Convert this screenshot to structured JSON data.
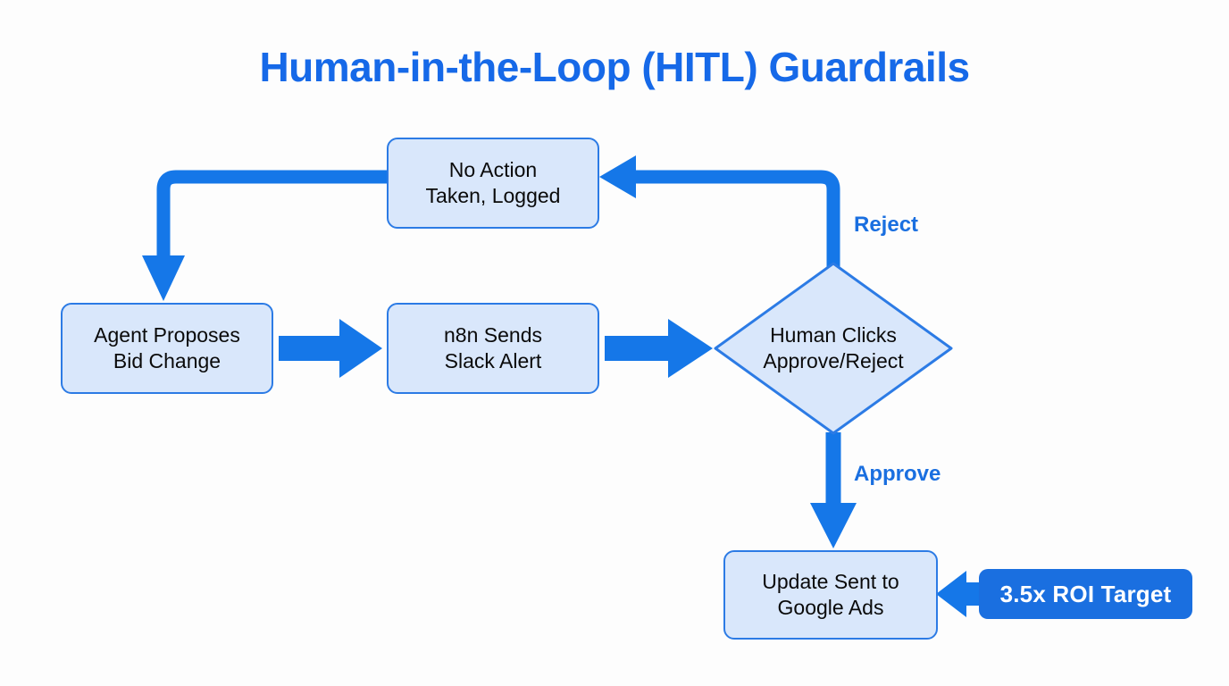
{
  "page": {
    "title": "Human-in-the-Loop (HITL) Guardrails",
    "background_color": "#fdfdfd"
  },
  "theme": {
    "accent_blue": "#1669e8",
    "arrow_blue": "#1577e8",
    "node_fill": "#d9e7fb",
    "node_border": "#2c7be5",
    "badge_fill": "#1a6fe0",
    "text_color": "#0a0a0a",
    "badge_text_color": "#ffffff"
  },
  "nodes": {
    "no_action": {
      "id": "no-action",
      "shape": "rounded-rect",
      "line1": "No Action",
      "line2": "Taken, Logged"
    },
    "agent_proposes": {
      "id": "agent-proposes",
      "shape": "rounded-rect",
      "line1": "Agent Proposes",
      "line2": "Bid Change"
    },
    "n8n_slack": {
      "id": "n8n-slack",
      "shape": "rounded-rect",
      "line1": "n8n Sends",
      "line2": "Slack Alert"
    },
    "decision": {
      "id": "human-decision",
      "shape": "diamond",
      "line1": "Human Clicks",
      "line2": "Approve/Reject"
    },
    "update_sent": {
      "id": "update-sent",
      "shape": "rounded-rect",
      "line1": "Update Sent to",
      "line2": "Google Ads"
    }
  },
  "badges": {
    "roi_target": {
      "label": "3.5x ROI Target"
    }
  },
  "edge_labels": {
    "reject": "Reject",
    "approve": "Approve"
  },
  "chart_data": {
    "type": "diagram",
    "diagram_kind": "flowchart",
    "title": "Human-in-the-Loop (HITL) Guardrails",
    "nodes": [
      {
        "id": "agent-proposes",
        "label": "Agent Proposes Bid Change",
        "shape": "rounded-rect"
      },
      {
        "id": "n8n-slack",
        "label": "n8n Sends Slack Alert",
        "shape": "rounded-rect"
      },
      {
        "id": "human-decision",
        "label": "Human Clicks Approve/Reject",
        "shape": "diamond"
      },
      {
        "id": "no-action",
        "label": "No Action Taken, Logged",
        "shape": "rounded-rect"
      },
      {
        "id": "update-sent",
        "label": "Update Sent to Google Ads",
        "shape": "rounded-rect"
      },
      {
        "id": "roi-target",
        "label": "3.5x ROI Target",
        "shape": "badge"
      }
    ],
    "edges": [
      {
        "from": "agent-proposes",
        "to": "n8n-slack",
        "label": "",
        "direction": "right"
      },
      {
        "from": "n8n-slack",
        "to": "human-decision",
        "label": "",
        "direction": "right"
      },
      {
        "from": "human-decision",
        "to": "no-action",
        "label": "Reject",
        "direction": "up-left"
      },
      {
        "from": "no-action",
        "to": "agent-proposes",
        "label": "",
        "direction": "left-down"
      },
      {
        "from": "human-decision",
        "to": "update-sent",
        "label": "Approve",
        "direction": "down"
      },
      {
        "from": "roi-target",
        "to": "update-sent",
        "label": "",
        "direction": "left"
      }
    ]
  }
}
